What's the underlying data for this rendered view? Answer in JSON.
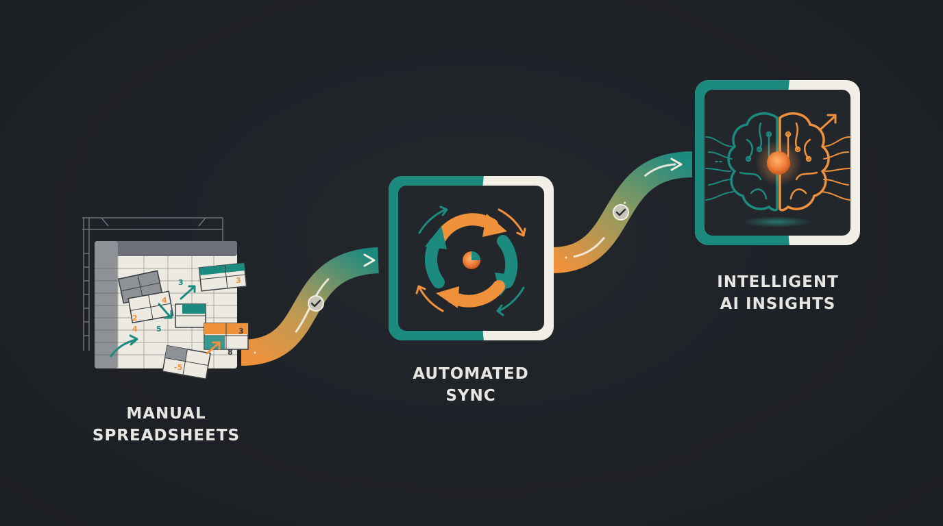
{
  "steps": [
    {
      "id": "manual",
      "line1": "MANUAL",
      "line2": "SPREADSHEETS",
      "icon": "spreadsheet-icon"
    },
    {
      "id": "sync",
      "line1": "AUTOMATED",
      "line2": "SYNC",
      "icon": "sync-arrows-icon"
    },
    {
      "id": "ai",
      "line1": "INTELLIGENT",
      "line2": "AI INSIGHTS",
      "icon": "brain-icon"
    }
  ],
  "spreadsheet_numbers": [
    "3",
    "3",
    "4",
    "2",
    "4",
    "5",
    "3",
    "8",
    "-5"
  ],
  "colors": {
    "background": "#1f2227",
    "teal": "#1d8a80",
    "orange": "#f0913c",
    "cream": "#f1efe6",
    "text": "#e6e6e2"
  }
}
